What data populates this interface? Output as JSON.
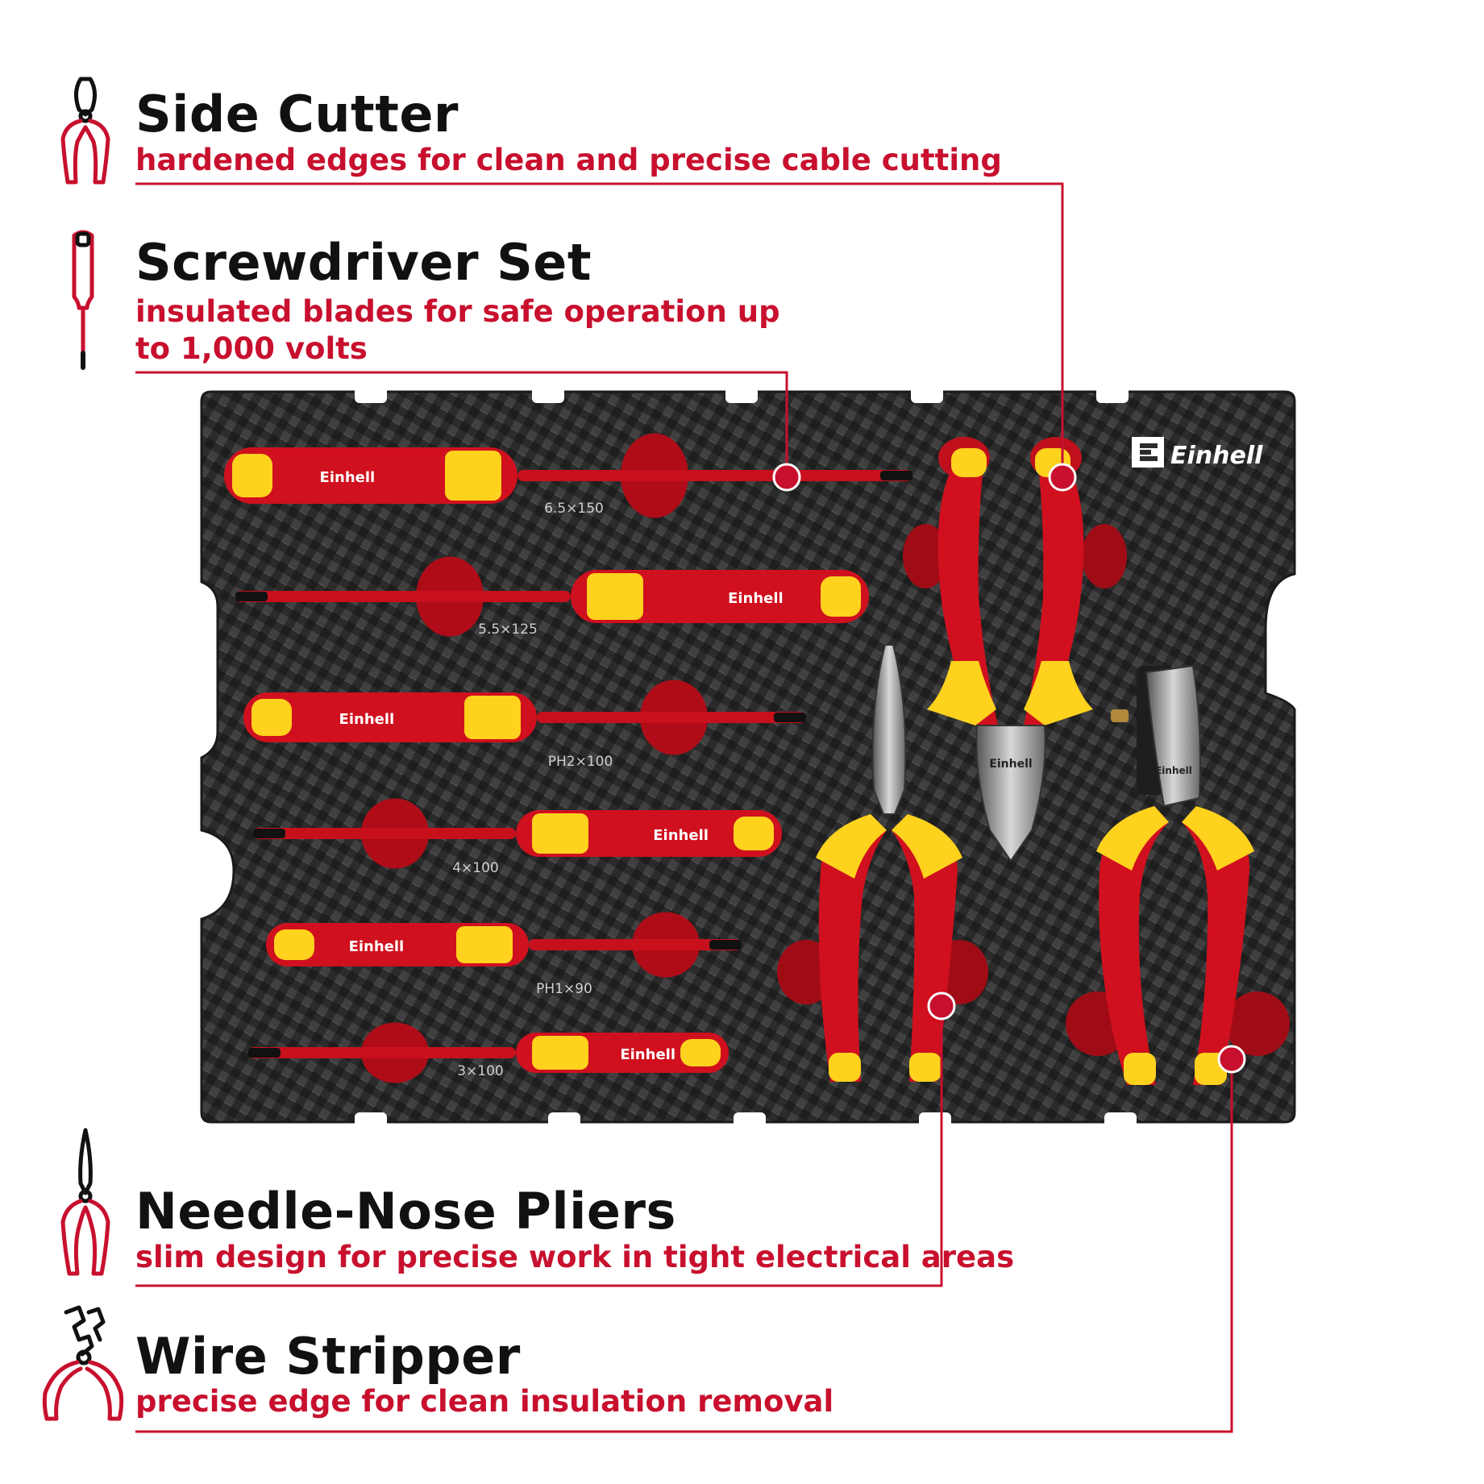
{
  "colors": {
    "accent": "#c8102e",
    "title": "#111111",
    "foam": "#2b2b2b",
    "handle_red": "#d0101e",
    "handle_yellow": "#ffd21e"
  },
  "features": [
    {
      "title": "Side Cutter",
      "desc_lines": [
        "hardened edges for clean and precise cable cutting"
      ],
      "icon": "side-cutter-icon"
    },
    {
      "title": "Screwdriver Set",
      "desc_lines": [
        "insulated blades for safe operation up",
        "to 1,000 volts"
      ],
      "icon": "screwdriver-icon"
    },
    {
      "title": "Needle-Nose Pliers",
      "desc_lines": [
        "slim design for precise work in tight electrical areas"
      ],
      "icon": "needle-nose-pliers-icon"
    },
    {
      "title": "Wire Stripper",
      "desc_lines": [
        "precise edge for clean insulation removal"
      ],
      "icon": "wire-stripper-icon"
    }
  ],
  "tray": {
    "brand": "Einhell",
    "screwdrivers": [
      {
        "handle_brand": "Einhell",
        "size": "6.5×150"
      },
      {
        "handle_brand": "Einhell",
        "size": "5.5×125"
      },
      {
        "handle_brand": "Einhell",
        "size": "PH2×100"
      },
      {
        "handle_brand": "Einhell",
        "size": "4×100"
      },
      {
        "handle_brand": "Einhell",
        "size": "PH1×90"
      },
      {
        "handle_brand": "Einhell",
        "size": "3×100"
      }
    ],
    "plier_brand": "Einhell"
  }
}
